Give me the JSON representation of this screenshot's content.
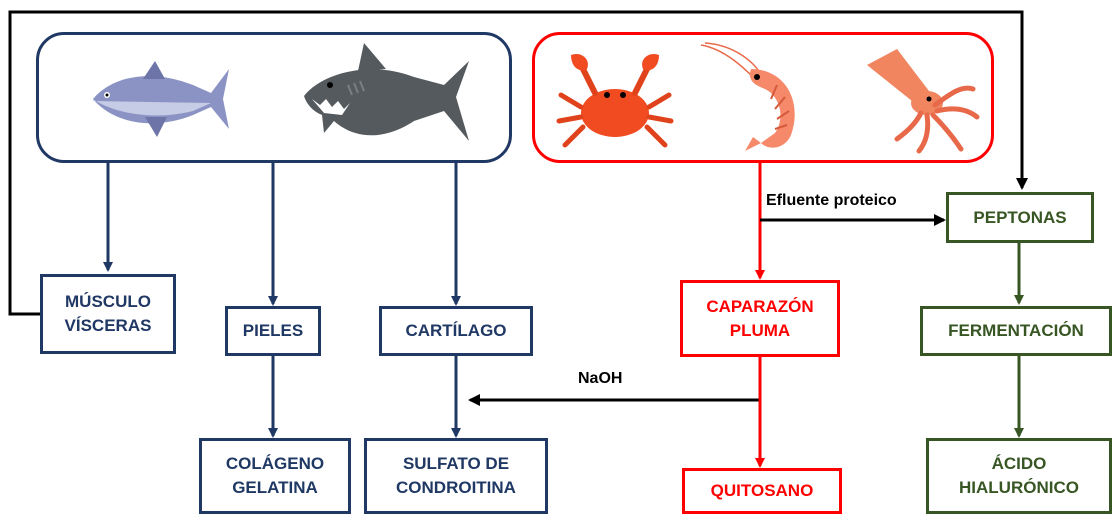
{
  "colors": {
    "marine_fish": "#1f3864",
    "crustacean": "#ff0000",
    "peptone": "#375623",
    "feedback": "#000000"
  },
  "groups": {
    "fish": {
      "icons": [
        "tuna-fish-icon",
        "shark-icon"
      ]
    },
    "crustaceans": {
      "icons": [
        "crab-icon",
        "shrimp-icon",
        "squid-icon"
      ]
    }
  },
  "nodes": {
    "musculo": {
      "line1": "MÚSCULO",
      "line2": "VÍSCERAS"
    },
    "pieles": {
      "line1": "PIELES"
    },
    "cartilago": {
      "line1": "CARTÍLAGO"
    },
    "colageno": {
      "line1": "COLÁGENO",
      "line2": "GELATINA"
    },
    "sulfato": {
      "line1": "SULFATO DE",
      "line2": "CONDROITINA"
    },
    "caparazon": {
      "line1": "CAPARAZÓN",
      "line2": "PLUMA"
    },
    "quitosano": {
      "line1": "QUITOSANO"
    },
    "peptonas": {
      "line1": "PEPTONAS"
    },
    "fermentacion": {
      "line1": "FERMENTACIÓN"
    },
    "acido": {
      "line1": "ÁCIDO",
      "line2": "HIALURÓNICO"
    }
  },
  "edge_labels": {
    "naoh": "NaOH",
    "efluente": "Efluente proteico"
  }
}
